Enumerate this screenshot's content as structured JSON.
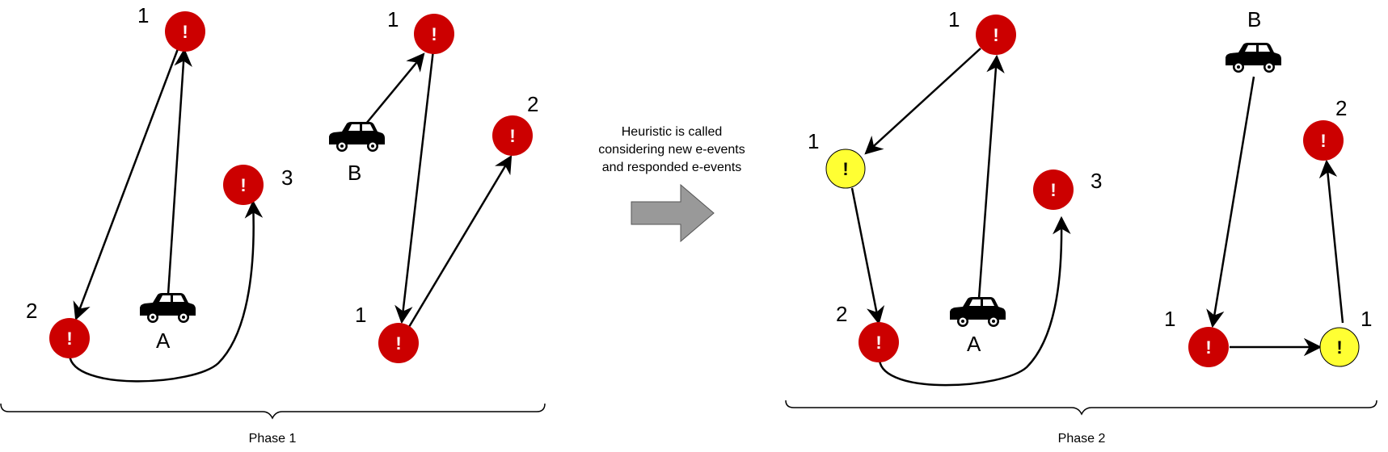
{
  "colors": {
    "event_red": "#cc0000",
    "event_yellow": "#ffff33",
    "arrow": "#000000",
    "big_arrow": "#999999"
  },
  "icons": {
    "event_mark": "!",
    "car": "car-icon"
  },
  "annotation": {
    "line1": "Heuristic is called",
    "line2": "considering new e-events",
    "line3": "and responded e-events"
  },
  "phase1": {
    "label": "Phase 1",
    "car_a": "A",
    "car_b": "B",
    "a_labels": [
      "1",
      "2",
      "3"
    ],
    "b_labels": [
      "1",
      "2",
      "1"
    ]
  },
  "phase2": {
    "label": "Phase 2",
    "car_a": "A",
    "car_b": "B",
    "a_labels": [
      "1",
      "1",
      "2",
      "3"
    ],
    "b_labels": [
      "2",
      "1",
      "1"
    ]
  }
}
